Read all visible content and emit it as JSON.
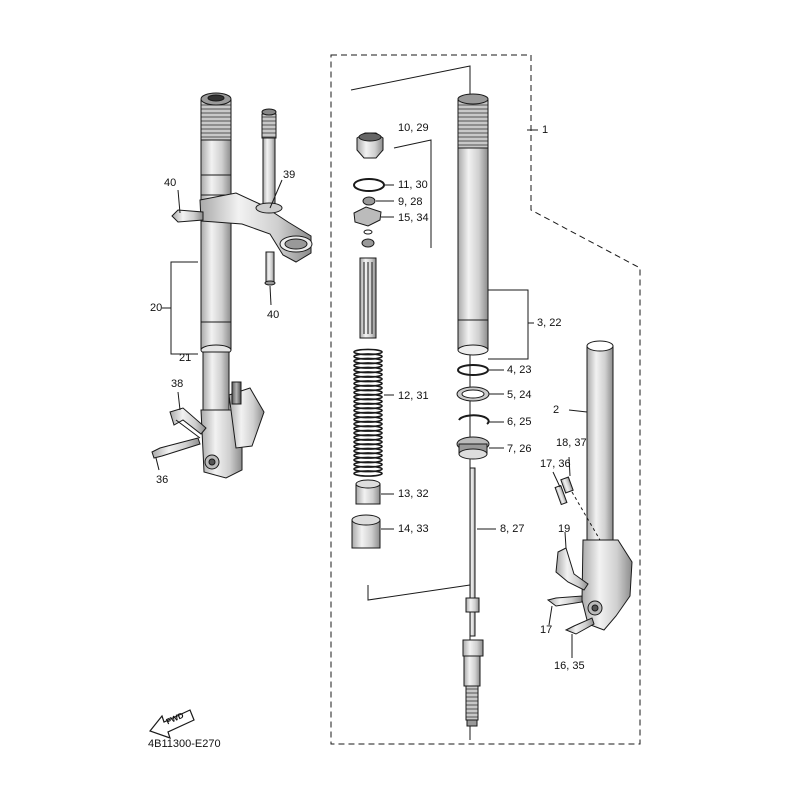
{
  "diagram": {
    "code": "4B11300-E270",
    "fwd_label": "FWD",
    "callouts": {
      "c1": "1",
      "c2": "2",
      "c3_22": "3, 22",
      "c4_23": "4, 23",
      "c5_24": "5, 24",
      "c6_25": "6, 25",
      "c7_26": "7, 26",
      "c8_27": "8, 27",
      "c9_28": "9, 28",
      "c10_29": "10, 29",
      "c11_30": "11, 30",
      "c12_31": "12, 31",
      "c13_32": "13, 32",
      "c14_33": "14, 33",
      "c15_34": "15, 34",
      "c16_35": "16, 35",
      "c17": "17",
      "c17_36": "17, 36",
      "c18_37": "18, 37",
      "c19": "19",
      "c20": "20",
      "c21": "21",
      "c36": "36",
      "c38": "38",
      "c39": "39",
      "c40a": "40",
      "c40b": "40"
    },
    "colors": {
      "line": "#1a1a1a",
      "metal": "#d9d9d9",
      "dark": "#6d6d6d"
    }
  }
}
